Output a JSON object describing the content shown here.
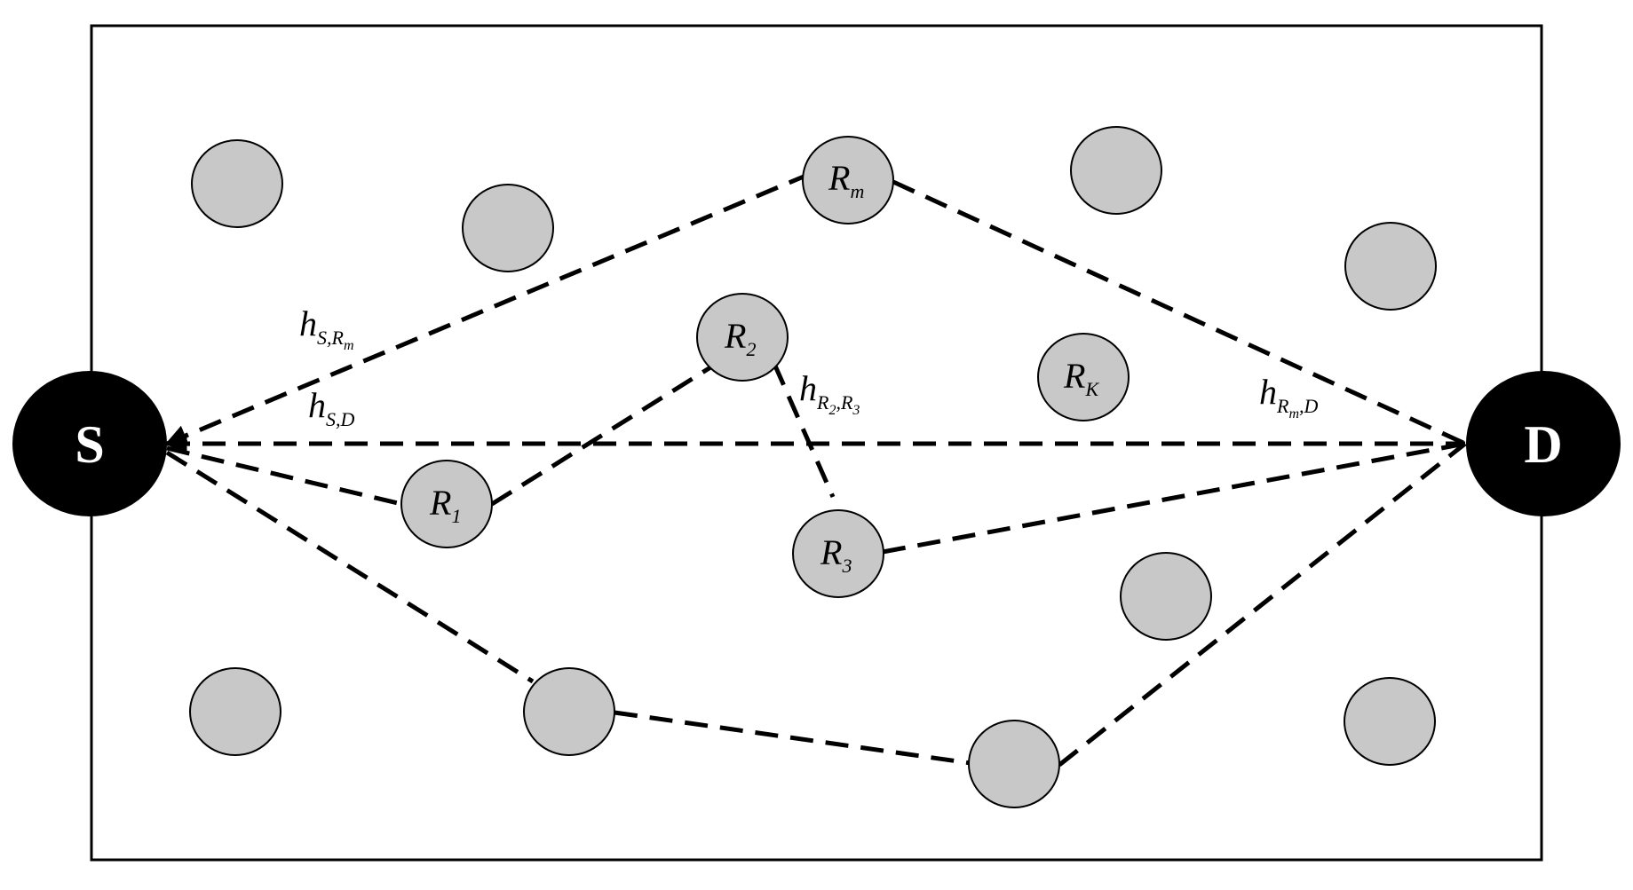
{
  "terminals": {
    "source": "S",
    "destination": "D"
  },
  "relays": {
    "r1": {
      "base": "R",
      "sub": "1"
    },
    "r2": {
      "base": "R",
      "sub": "2"
    },
    "r3": {
      "base": "R",
      "sub": "3"
    },
    "rm": {
      "base": "R",
      "sub": "m"
    },
    "rk": {
      "base": "R",
      "sub": "K"
    }
  },
  "channel_labels": {
    "h_s_rm": {
      "base": "h",
      "sub": "S,",
      "sub_r": "R",
      "sub_r_sub": "m"
    },
    "h_s_d": {
      "base": "h",
      "sub": "S,D"
    },
    "h_r2_r3": {
      "base": "h",
      "sub_a": "R",
      "sub_a_sub": "2",
      "sep": ",",
      "sub_b": "R",
      "sub_b_sub": "3"
    },
    "h_rm_d": {
      "base": "h",
      "sub_r": "R",
      "sub_r_sub": "m",
      "tail": ",D"
    }
  },
  "colors": {
    "terminal_fill": "#000000",
    "relay_fill": "#c8c8c8",
    "link_stroke": "#000000",
    "frame_stroke": "#000000"
  }
}
